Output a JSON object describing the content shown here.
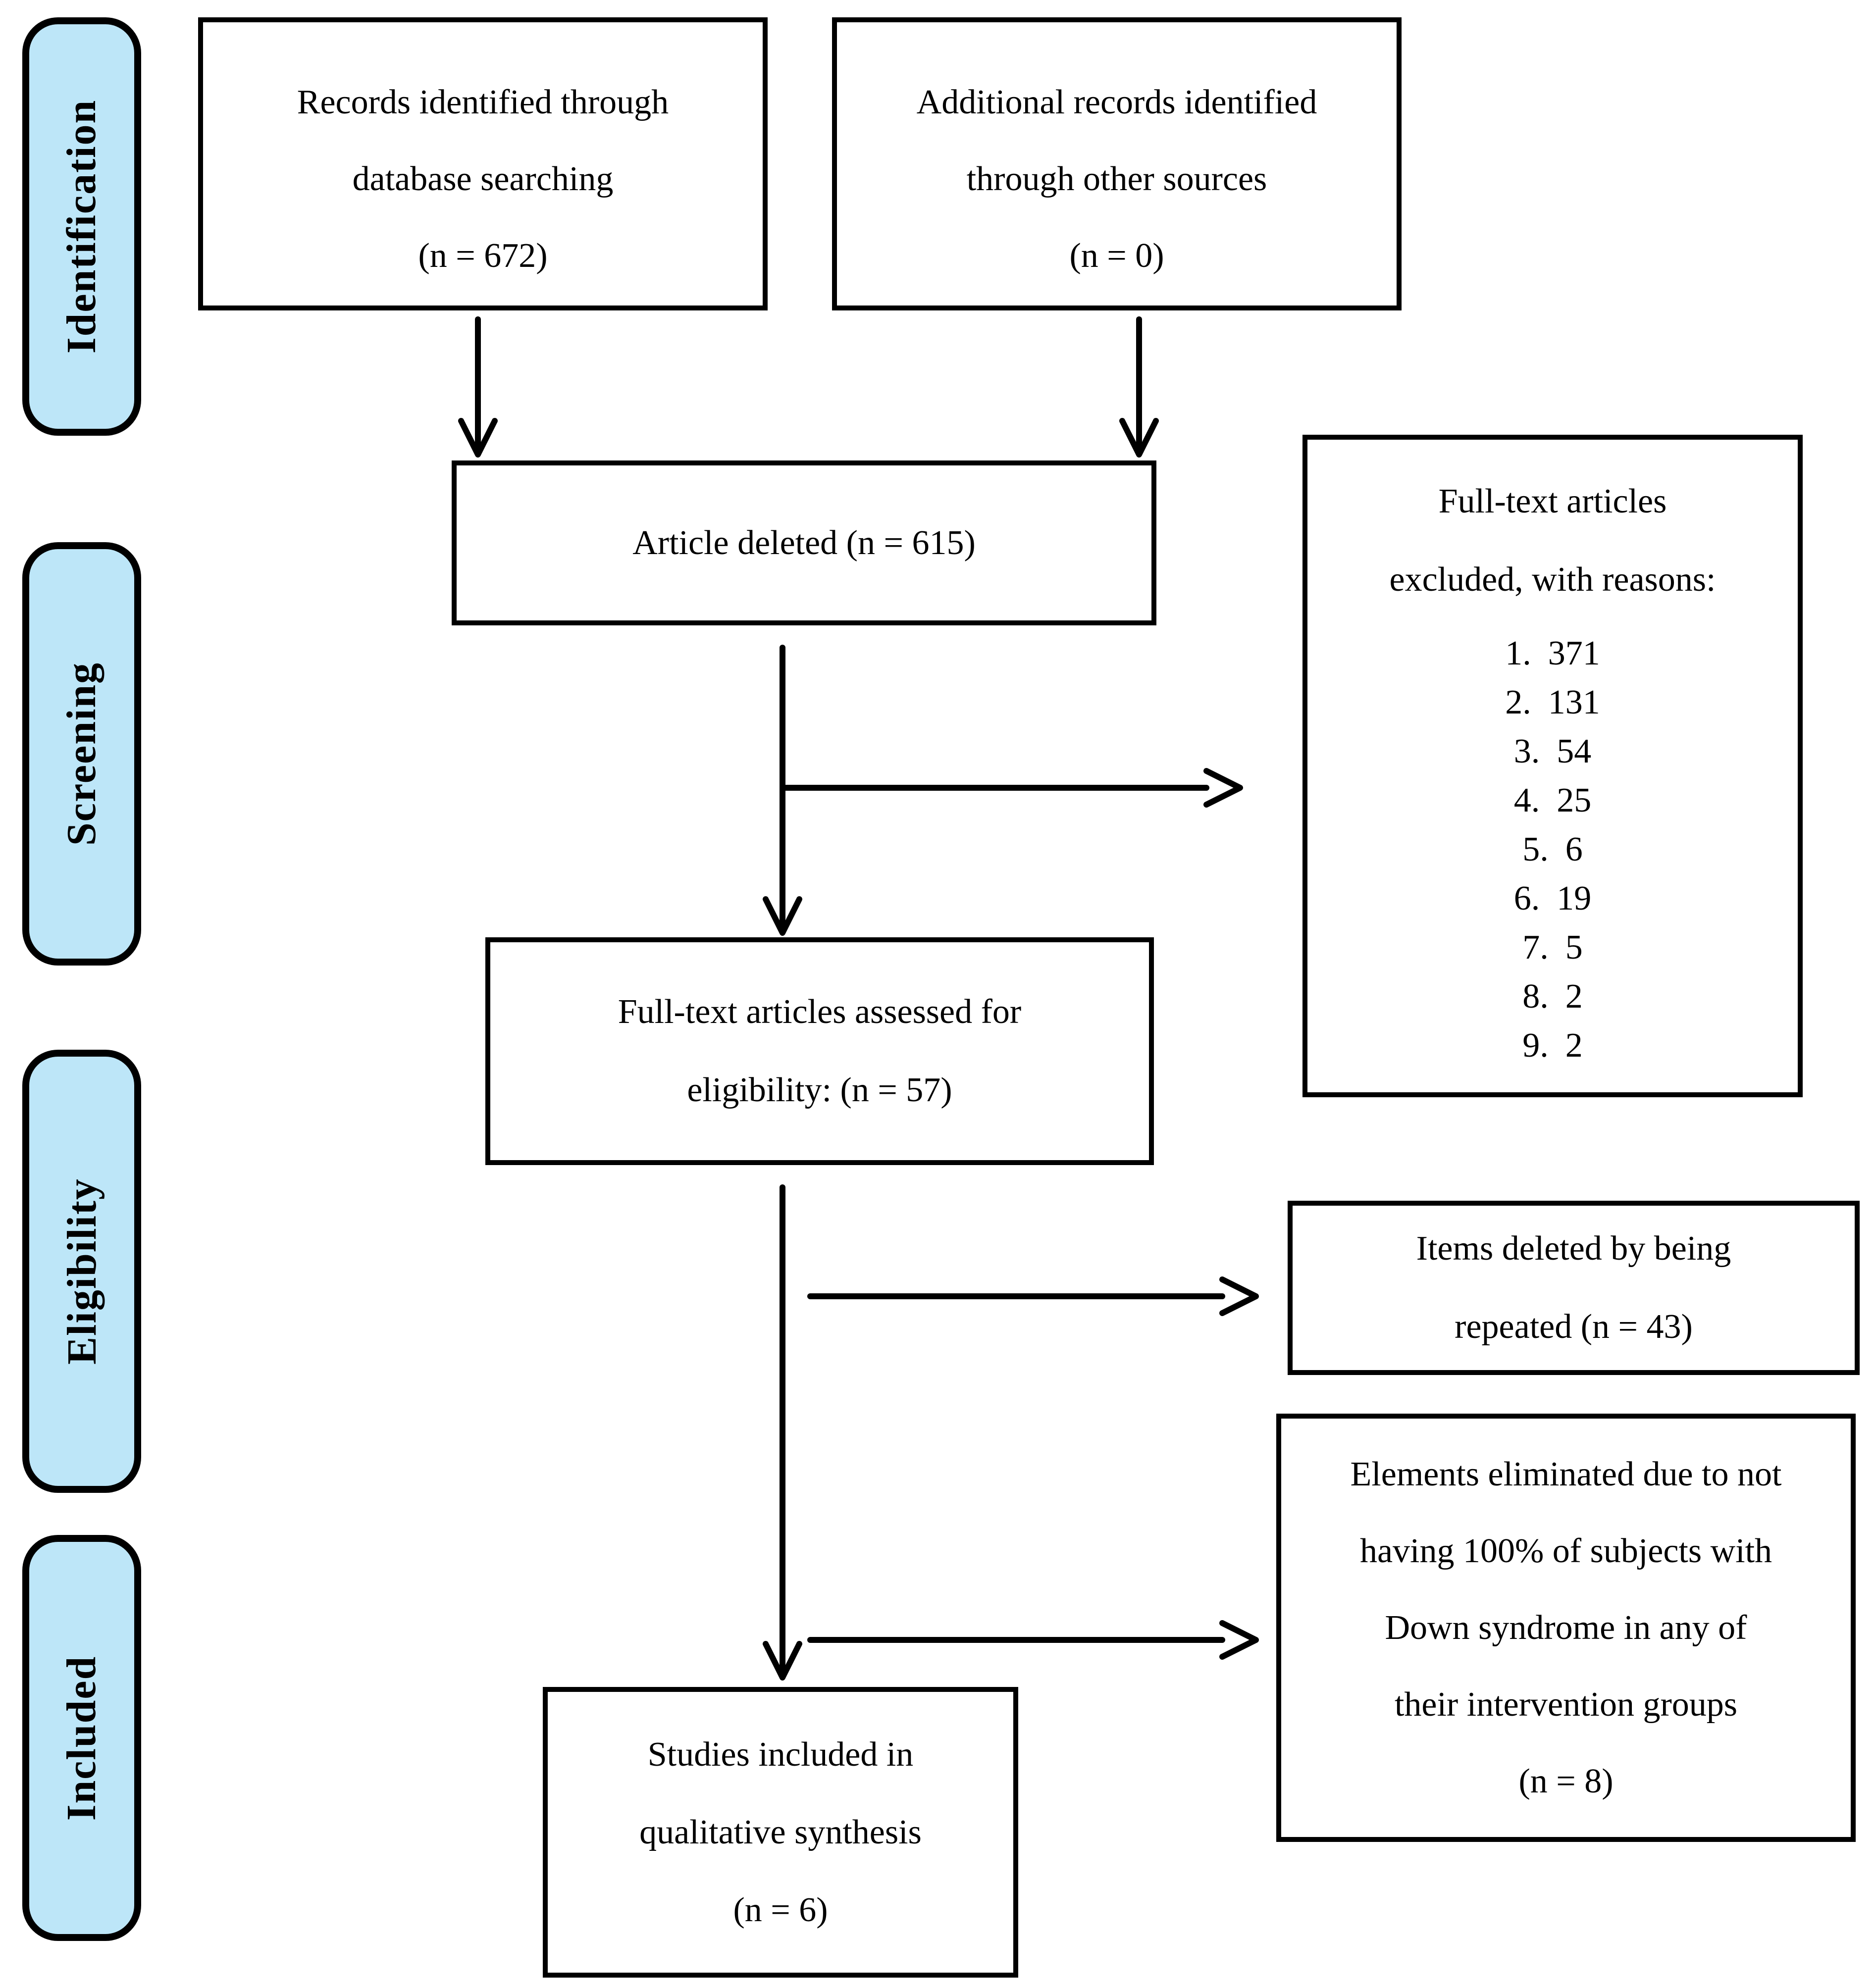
{
  "colors": {
    "stage_fill": "#bde6f8",
    "line": "#000000"
  },
  "stages": [
    {
      "label": "Identification"
    },
    {
      "label": "Screening"
    },
    {
      "label": "Eligibility"
    },
    {
      "label": "Included"
    }
  ],
  "boxes": {
    "records": {
      "lines": [
        "Records identified through",
        "database searching",
        "(n = 672)"
      ]
    },
    "additional": {
      "lines": [
        "Additional records identified",
        "through other sources",
        "(n = 0)"
      ]
    },
    "article_deleted": {
      "lines": [
        "Article deleted (n = 615)"
      ]
    },
    "fulltext_excluded": {
      "header_lines": [
        "Full-text articles",
        "excluded, with reasons:"
      ],
      "items": [
        {
          "num": "1.",
          "value": "371"
        },
        {
          "num": "2.",
          "value": "131"
        },
        {
          "num": "3.",
          "value": "54"
        },
        {
          "num": "4.",
          "value": "25"
        },
        {
          "num": "5.",
          "value": "6"
        },
        {
          "num": "6.",
          "value": "19"
        },
        {
          "num": "7.",
          "value": "5"
        },
        {
          "num": "8.",
          "value": "2"
        },
        {
          "num": "9.",
          "value": "2"
        }
      ]
    },
    "assessed": {
      "lines": [
        "Full-text articles assessed for",
        "eligibility: (n = 57)"
      ]
    },
    "repeated": {
      "lines": [
        "Items deleted by being",
        "repeated (n = 43)"
      ]
    },
    "eliminated": {
      "lines": [
        "Elements eliminated due to not",
        "having 100% of subjects with",
        "Down syndrome in any of",
        "their intervention groups",
        "(n = 8)"
      ]
    },
    "included_studies": {
      "lines": [
        "Studies included in",
        "qualitative synthesis",
        "(n = 6)"
      ]
    }
  }
}
